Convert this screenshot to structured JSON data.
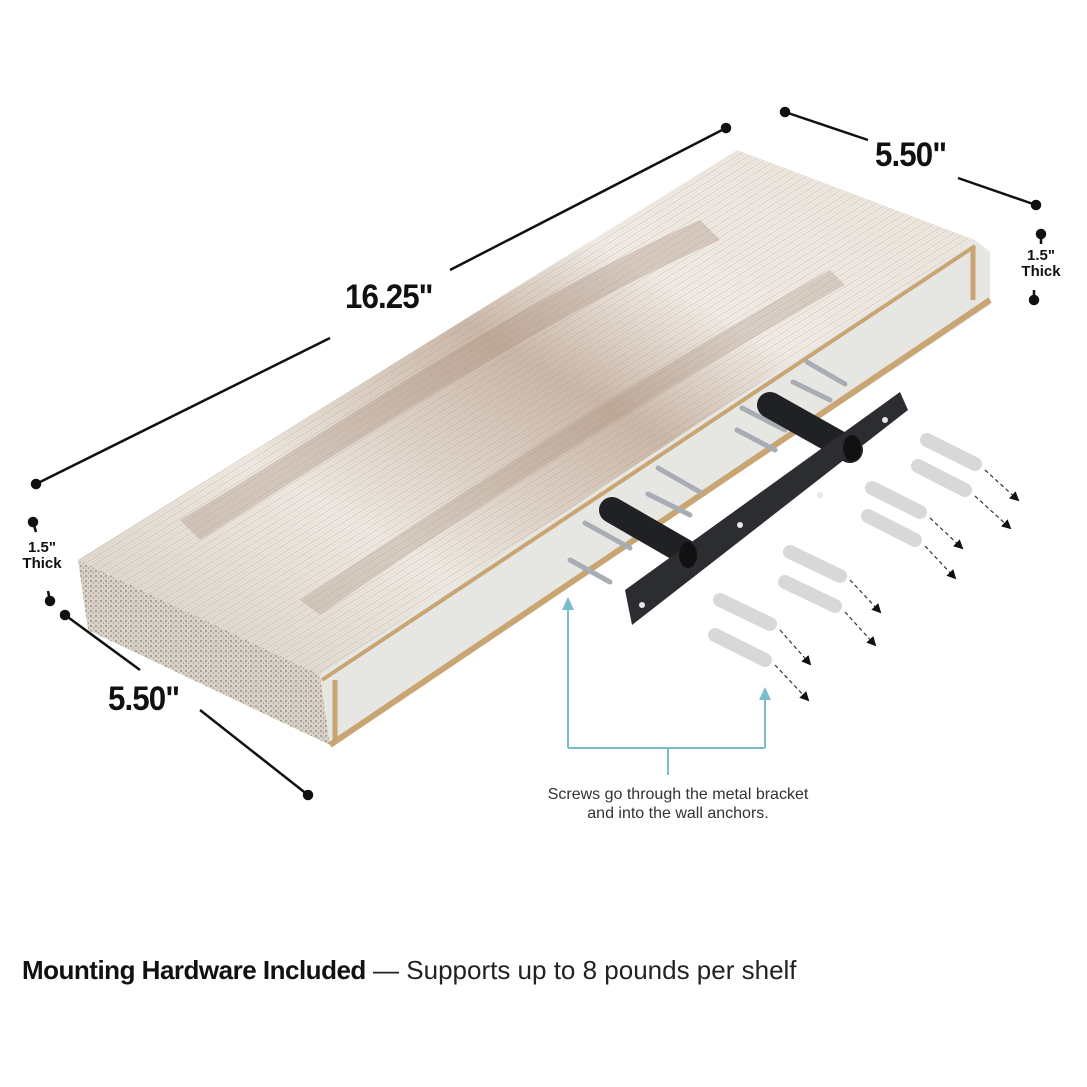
{
  "dimensions": {
    "length": "16.25\"",
    "depth_top": "5.50\"",
    "depth_front": "5.50\"",
    "thickness_right": {
      "value": "1.5\"",
      "unit": "Thick"
    },
    "thickness_left": {
      "value": "1.5\"",
      "unit": "Thick"
    }
  },
  "callout": {
    "line1": "Screws go through the metal bracket",
    "line2": "and into the wall anchors.",
    "color": "#7bbccb"
  },
  "footer": {
    "title": "Mounting Hardware Included",
    "separator": "—",
    "subtitle": "Supports up to 8 pounds per shelf"
  },
  "product": {
    "name": "floating-shelf",
    "finish": "whitewashed rustic wood",
    "bracket_color": "#2b2d30",
    "anchor_count": 8,
    "screw_count": 8
  },
  "colors": {
    "wood_light": "#ece7df",
    "wood_dark": "#8f7a6c",
    "edge_tan": "#c9a574",
    "inner_panel": "#e6e6e3",
    "dimension_line": "#111111"
  }
}
